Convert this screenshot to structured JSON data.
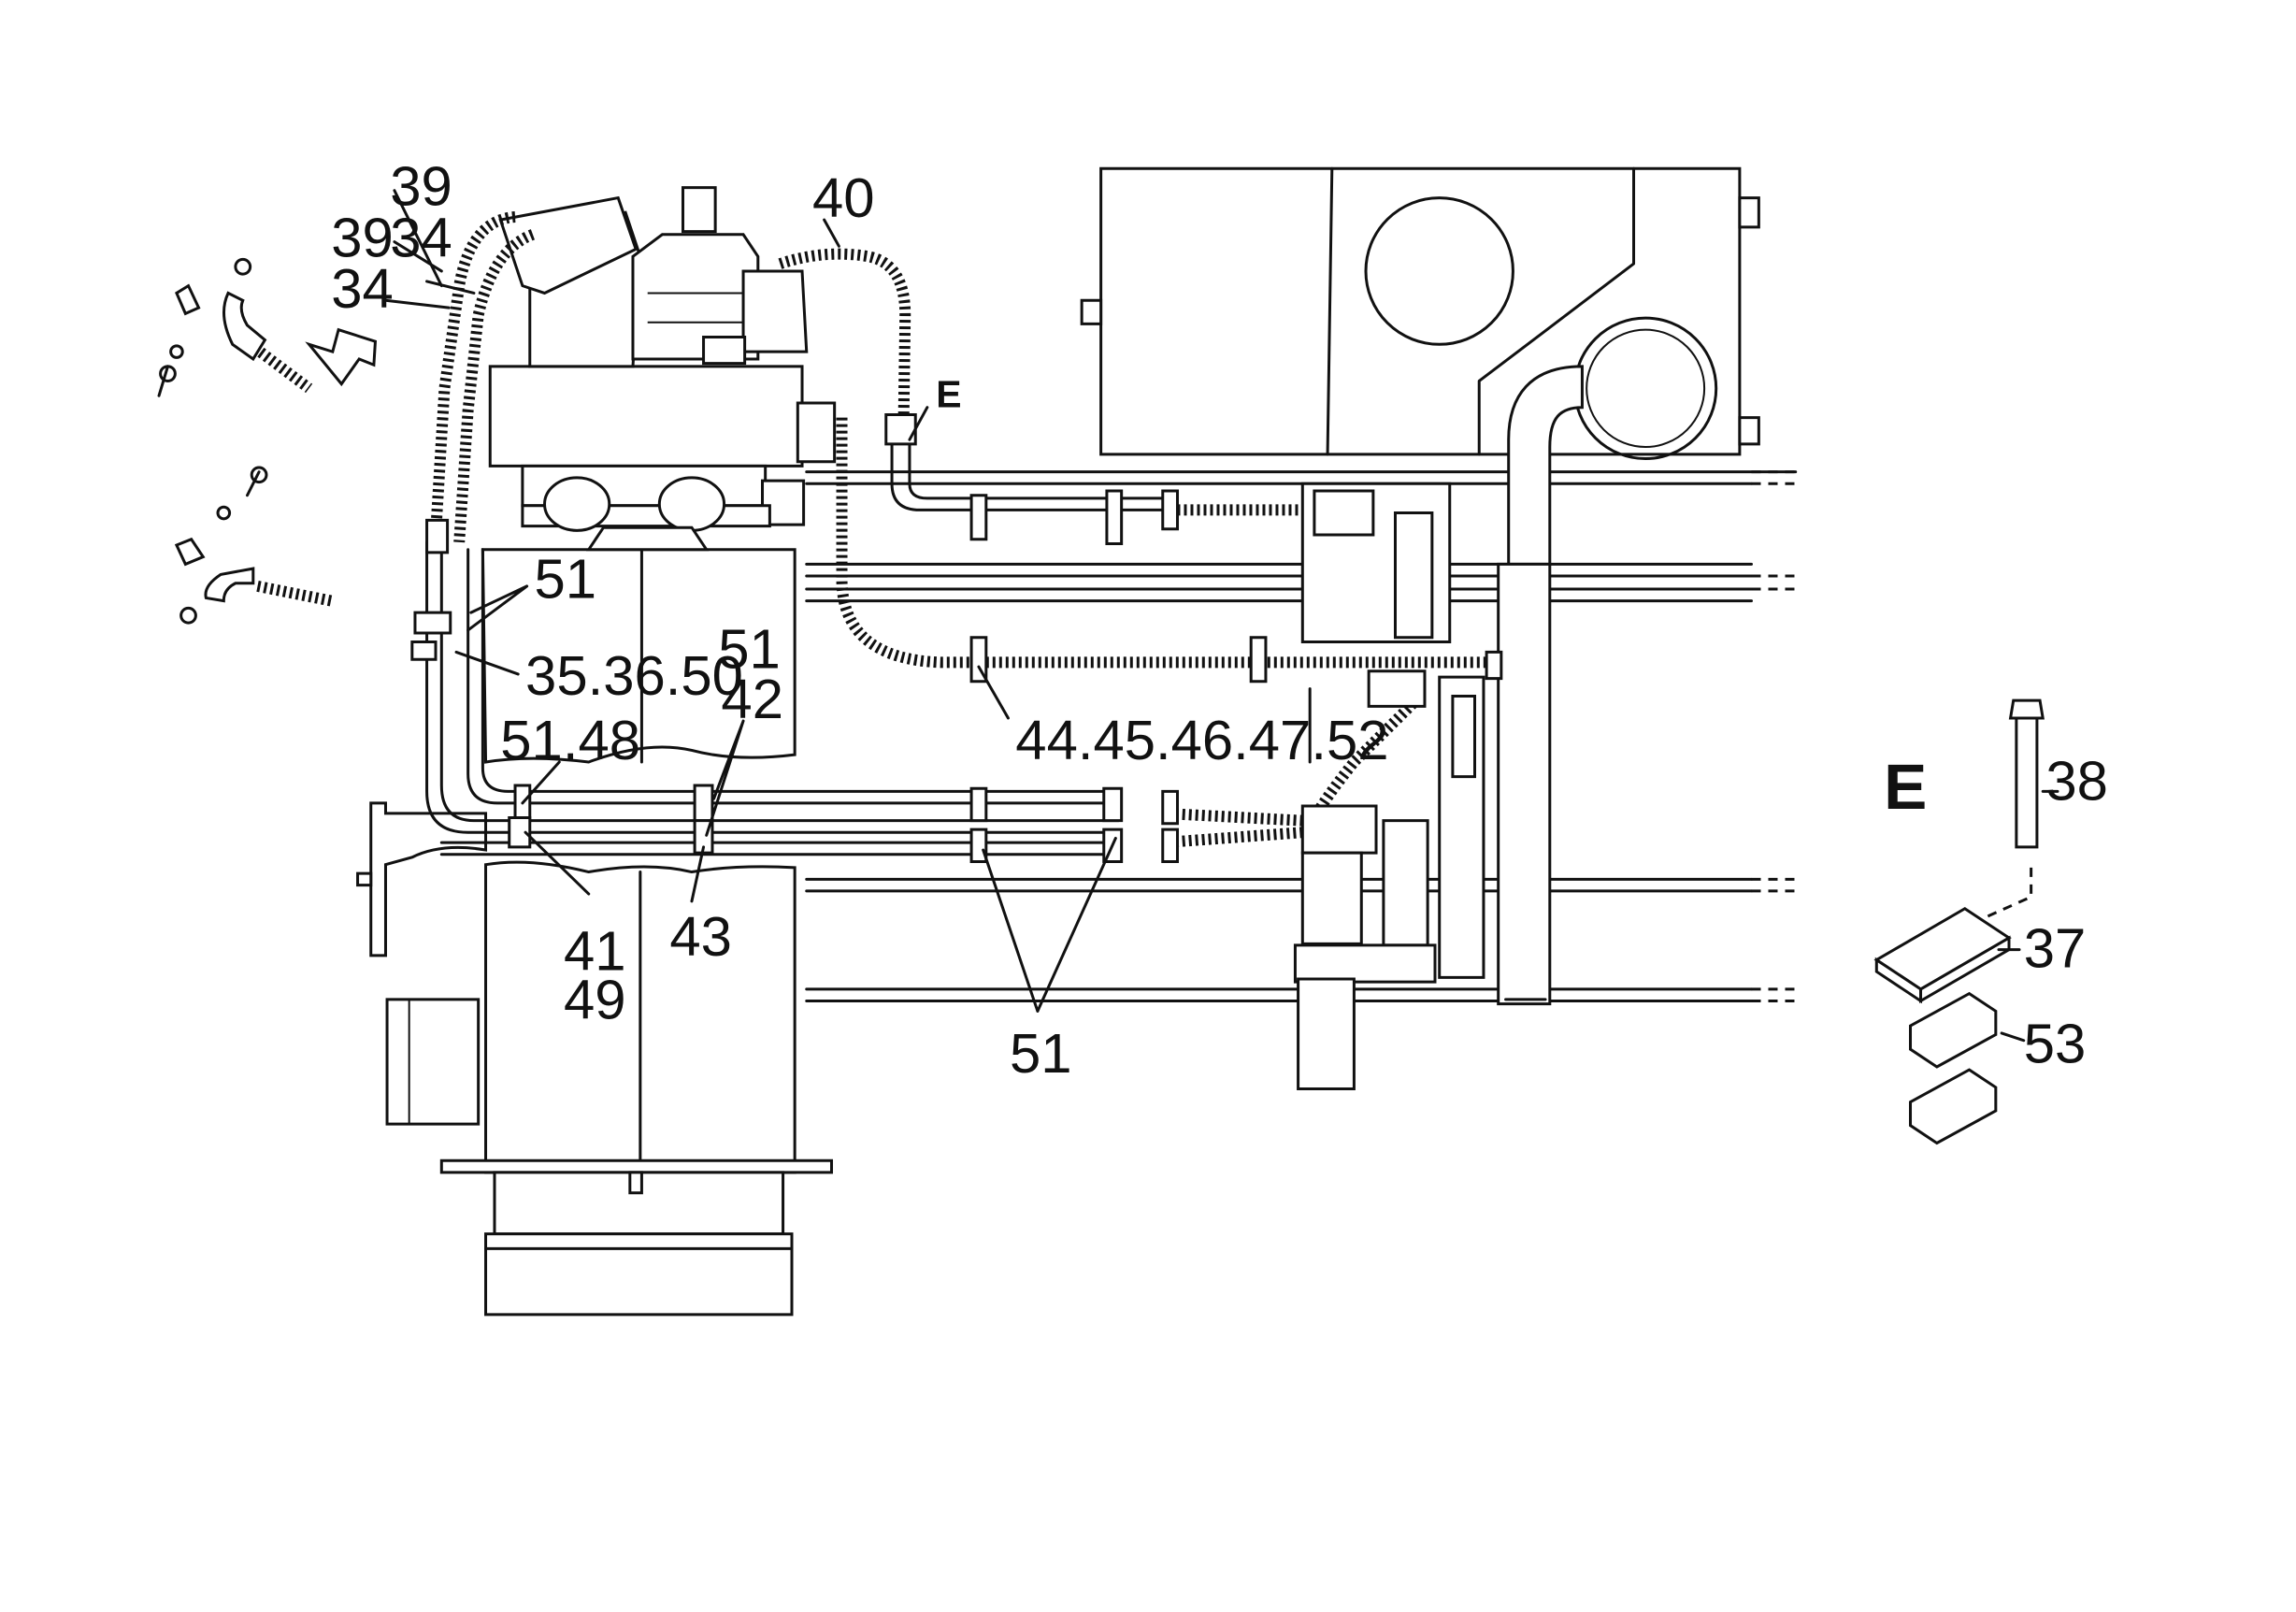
{
  "labels": {
    "l39_top": "39",
    "l39_mid": "39",
    "l34_mid": "34",
    "l34_low": "34",
    "l40": "40",
    "lE_small": "E",
    "l51_a": "51",
    "l35_36_50": "35.36.50",
    "l51_b": "51",
    "l42": "42",
    "l51_48": "51.48",
    "l41": "41",
    "l49": "49",
    "l43": "43",
    "l44_52": "44.45.46.47.52",
    "l51_c": "51",
    "lE_detail": "E",
    "l38": "38",
    "l37": "37",
    "l53": "53"
  }
}
